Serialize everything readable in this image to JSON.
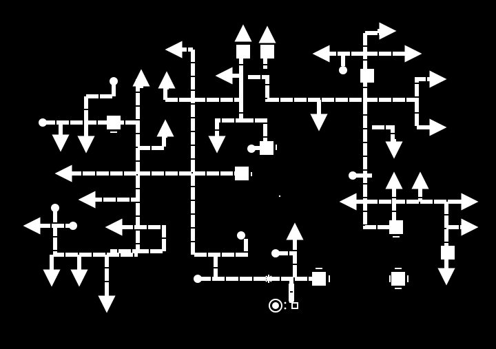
{
  "game": {
    "colors": {
      "background": "#000000",
      "path": "#ffffff"
    },
    "icons": [
      "maze-path",
      "arrow-marker",
      "dot-marker",
      "square-node",
      "asterisk-marker",
      "dot-in-ring-marker"
    ]
  }
}
